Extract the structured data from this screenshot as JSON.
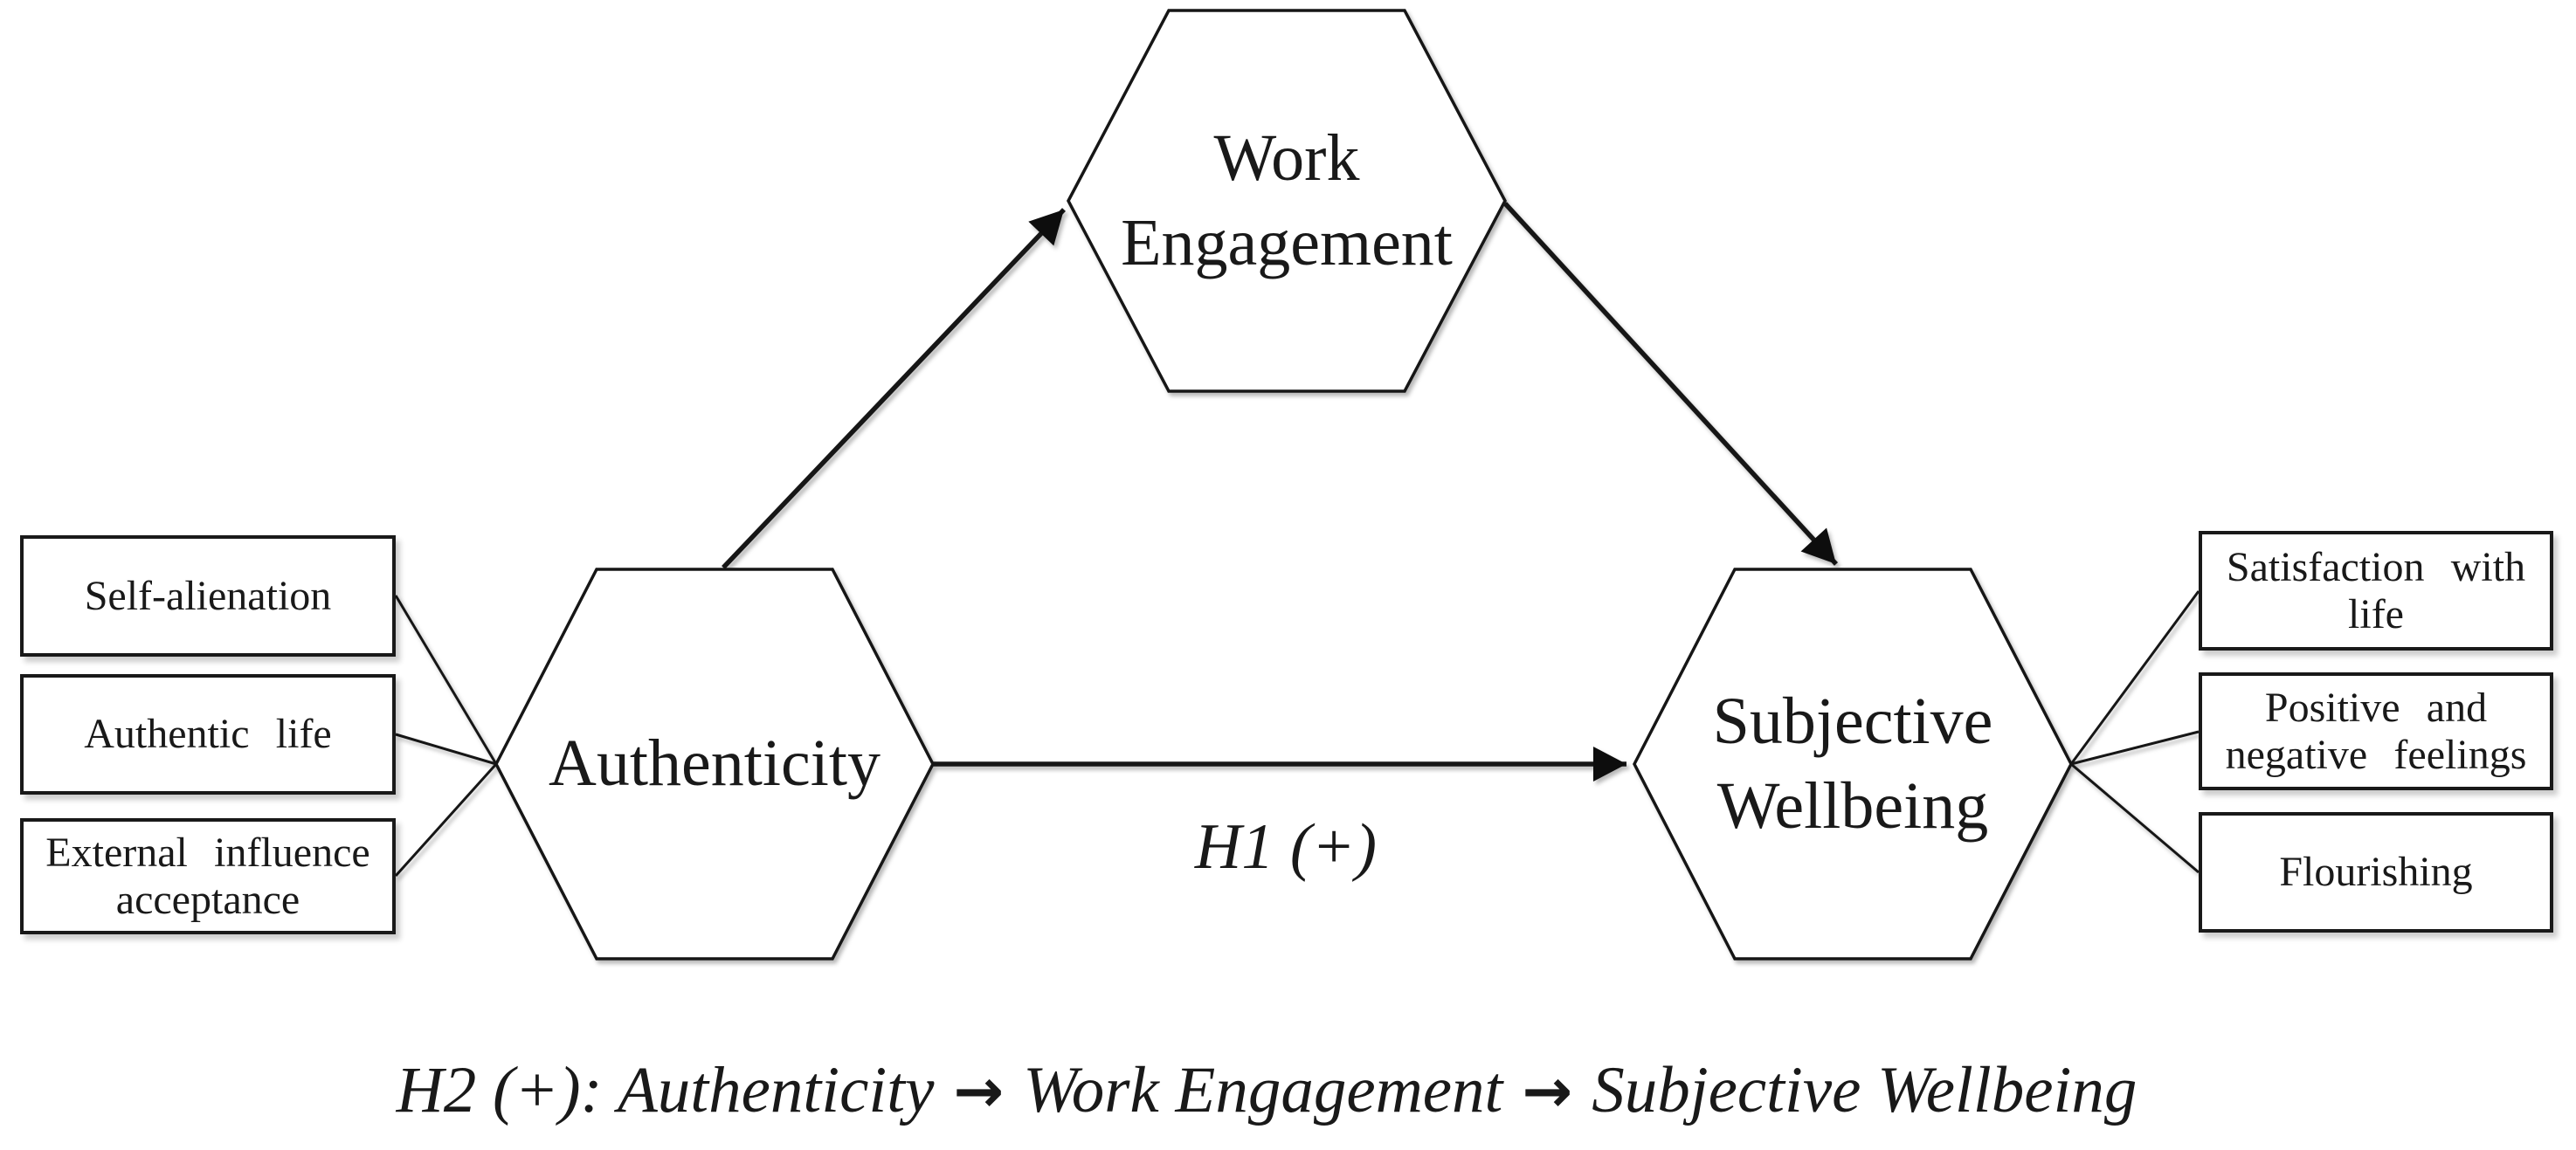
{
  "figure": {
    "background": "#ffffff",
    "ink": "#191919",
    "nodes": {
      "authenticity": {
        "label": "Authenticity"
      },
      "work_engagement": {
        "line1": "Work",
        "line2": "Engagement"
      },
      "subjective_wellbeing": {
        "line1": "Subjective",
        "line2": "Wellbeing"
      }
    },
    "left_indicators": [
      "Self-alienation",
      "Authentic life",
      "External influence acceptance"
    ],
    "right_indicators": [
      "Satisfaction with life",
      "Positive and negative feelings",
      "Flourishing"
    ],
    "labels": {
      "h1": "H1 (+)"
    },
    "caption": {
      "part1": "H2 (+): Authenticity",
      "arrow1": "→",
      "part2": "Work Engagement",
      "arrow2": "→",
      "part3": "Subjective Wellbeing"
    }
  }
}
